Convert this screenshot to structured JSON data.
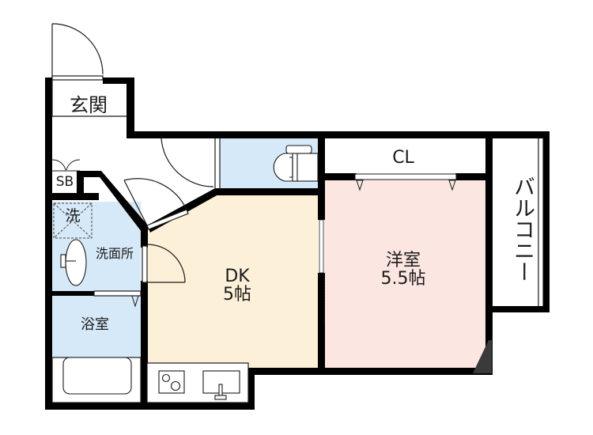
{
  "floor_plan": {
    "rooms": [
      {
        "id": "genkan",
        "label": "玄関",
        "fill": "#ffffff"
      },
      {
        "id": "sb",
        "label": "SB",
        "fill": "#ffffff"
      },
      {
        "id": "washer",
        "label": "洗",
        "fill": "#d6e9f8"
      },
      {
        "id": "senmenjo",
        "label": "洗面所",
        "fill": "#d6e9f8"
      },
      {
        "id": "bath",
        "label": "浴室",
        "fill": "#d6e9f8"
      },
      {
        "id": "toilet",
        "label": "",
        "fill": "#d6e9f8"
      },
      {
        "id": "dk",
        "label": "DK",
        "size": "5帖",
        "fill": "#fdf0d9"
      },
      {
        "id": "yoshitsu",
        "label": "洋室",
        "size": "5.5帖",
        "fill": "#fbe6e1"
      },
      {
        "id": "closet",
        "label": "CL",
        "fill": "#ffffff"
      },
      {
        "id": "balcony",
        "label": "バルコニー",
        "fill": "#ffffff"
      }
    ],
    "colors": {
      "wall": "#000000",
      "wet_area": "#d6e9f8",
      "dk": "#fdf0d9",
      "western_room": "#fbe6e1",
      "line": "#1a1a1a"
    }
  }
}
